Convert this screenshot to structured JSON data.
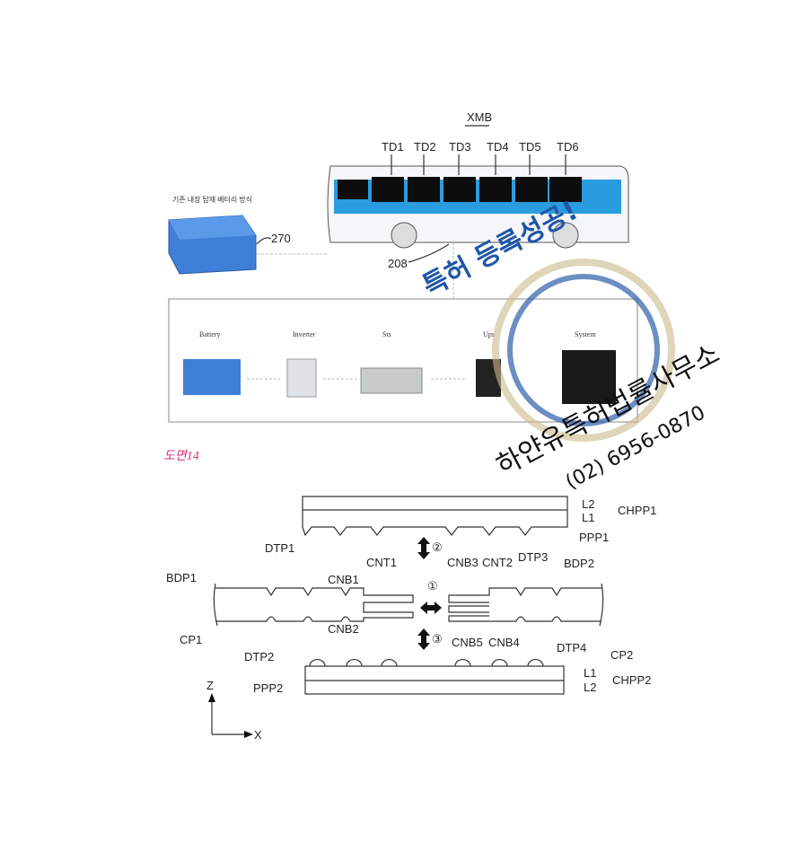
{
  "top_figure": {
    "vehicle_label": "XMB",
    "display_labels": [
      "TD1",
      "TD2",
      "TD3",
      "TD4",
      "TD5",
      "TD6"
    ],
    "battery_caption": "기존 내장 탑재 배터리 방식",
    "battery_ref": "270",
    "bus_ref": "208",
    "chain_labels": [
      "Battery",
      "Inverter",
      "Sts",
      "Ups",
      "System"
    ]
  },
  "figure_label": "도면14",
  "bottom_figure": {
    "top_plate": {
      "layers": [
        "L2",
        "L1"
      ],
      "group": "CHPP1",
      "pattern": "PPP1"
    },
    "bottom_plate": {
      "layers": [
        "L1",
        "L2"
      ],
      "group": "CHPP2",
      "pattern": "PPP2"
    },
    "left_body": {
      "body": "BDP1",
      "cover": "CP1",
      "top_pattern": "DTP1",
      "bottom_pattern": "DTP2",
      "connector": "CNT1",
      "bars": [
        "CNB1",
        "CNB2"
      ]
    },
    "right_body": {
      "body": "BDP2",
      "cover": "CP2",
      "top_pattern": "DTP3",
      "bottom_pattern": "DTP4",
      "connector": "CNT2",
      "bars": [
        "CNB3",
        "CNB4",
        "CNB5"
      ]
    },
    "motions": [
      "①",
      "②",
      "③"
    ],
    "axes": {
      "z": "Z",
      "x": "X"
    }
  },
  "watermark": {
    "badge": "특허 등록성공!",
    "firm": "하얀유특허법률사무소",
    "phone": "(02) 6956-0870"
  }
}
